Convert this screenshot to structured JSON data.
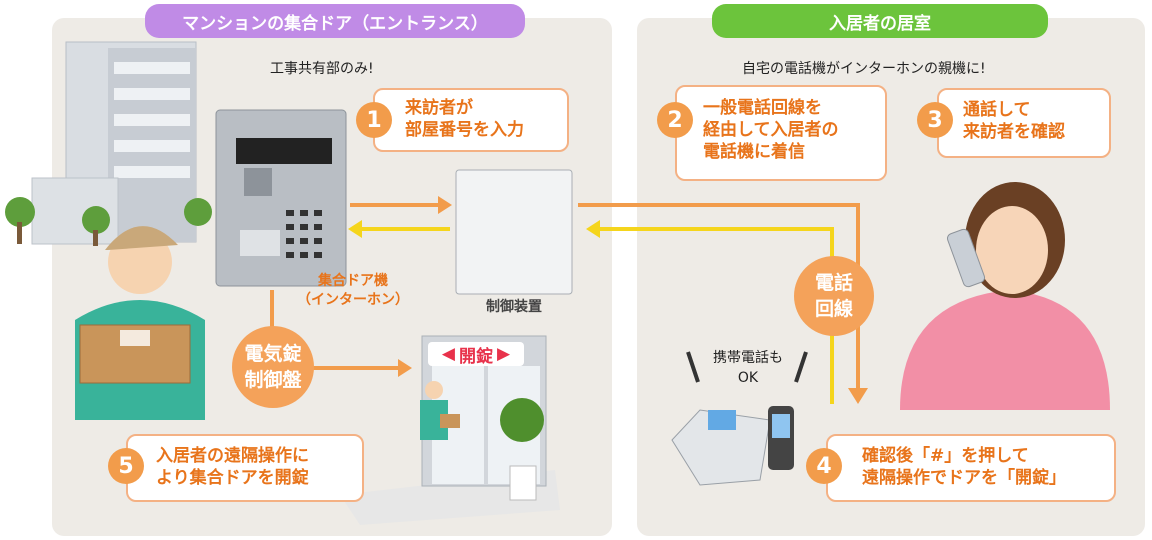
{
  "left": {
    "title": "マンションの集合ドア（エントランス）",
    "note": "工事共有部のみ!",
    "intercom_label": "集合ドア機",
    "intercom_sub": "（インターホン）",
    "controller_label": "制御装置",
    "lock_panel": [
      "電気錠",
      "制御盤"
    ],
    "open_sign": "開錠"
  },
  "right": {
    "title": "入居者の居室",
    "note": "自宅の電話機がインターホンの親機に!",
    "phone_line": [
      "電話",
      "回線"
    ],
    "mobile_ok": [
      "携帯電話も",
      "OK"
    ]
  },
  "steps": [
    {
      "num": "1",
      "lines": [
        "来訪者が",
        "部屋番号を入力"
      ]
    },
    {
      "num": "2",
      "lines": [
        "一般電話回線を",
        "経由して入居者の",
        "電話機に着信"
      ]
    },
    {
      "num": "3",
      "lines": [
        "通話して",
        "来訪者を確認"
      ]
    },
    {
      "num": "4",
      "lines": [
        "確認後「#」を押して",
        "遠隔操作でドアを「開錠」"
      ]
    },
    {
      "num": "5",
      "lines": [
        "入居者の遠隔操作に",
        "より集合ドアを開錠"
      ]
    }
  ],
  "colors": {
    "left_title": "#c08be6",
    "right_title": "#6cc43c",
    "accent": "#f29c4b",
    "line": "#f5d51c",
    "panel": "#eeebe6"
  }
}
